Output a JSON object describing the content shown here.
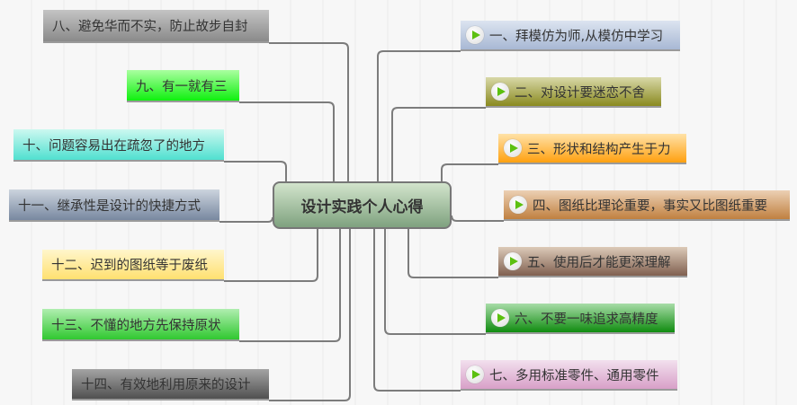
{
  "center": {
    "title": "设计实践个人心得"
  },
  "right_nodes": [
    {
      "label": "一、拜模仿为师,从模仿中学习",
      "colors": [
        "#dce4f0",
        "#a8b8d4"
      ]
    },
    {
      "label": "二、对设计要迷恋不舍",
      "colors": [
        "#d8d8a8",
        "#8a8a20"
      ]
    },
    {
      "label": "三、形状和结构产生于力",
      "colors": [
        "#ffe2a8",
        "#ffa010"
      ]
    },
    {
      "label": "四、图纸比理论重要，事实又比图纸重要",
      "colors": [
        "#ecd0b4",
        "#c08040"
      ]
    },
    {
      "label": "五、使用后才能更深理解",
      "colors": [
        "#dccab8",
        "#806050"
      ]
    },
    {
      "label": "六、不要一味追求高精度",
      "colors": [
        "#a8dca8",
        "#108c10"
      ]
    },
    {
      "label": "七、多用标准零件、通用零件",
      "colors": [
        "#f2e0ee",
        "#d8a0c8"
      ]
    }
  ],
  "left_nodes": [
    {
      "label": "八、避免华而不实，防止故步自封",
      "colors": [
        "#c4c4c4",
        "#8a8a8a"
      ]
    },
    {
      "label": "九、有一就有三",
      "colors": [
        "#aaffa0",
        "#10f010"
      ]
    },
    {
      "label": "十、问题容易出在疏忽了的地方",
      "colors": [
        "#ccf8f0",
        "#50e0d0"
      ]
    },
    {
      "label": "十一、继承性是设计的快捷方式",
      "colors": [
        "#ccd4de",
        "#7888a0"
      ]
    },
    {
      "label": "十二、迟到的图纸等于废纸",
      "colors": [
        "#fff6cc",
        "#ffe070"
      ]
    },
    {
      "label": "十三、不懂的地方先保持原状",
      "colors": [
        "#b0eeb0",
        "#30c830"
      ]
    },
    {
      "label": "十四、有效地利用原来的设计",
      "colors": [
        "#a4a4a4",
        "#505050"
      ]
    }
  ]
}
